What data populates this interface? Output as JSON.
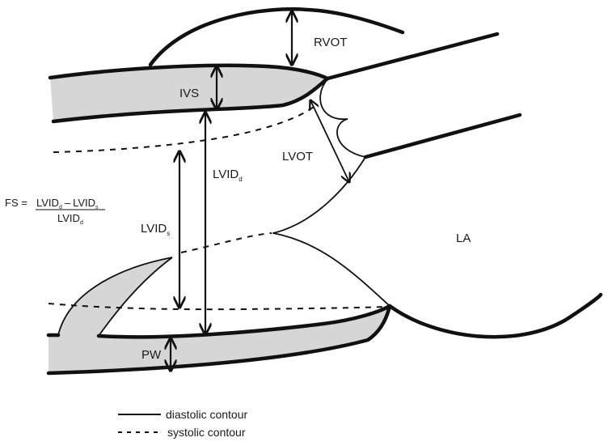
{
  "labels": {
    "rvot": "RVOT",
    "ivs": "IVS",
    "lvot": "LVOT",
    "la": "LA",
    "pw": "PW",
    "lvid_d": {
      "main": "LVID",
      "sub": "d"
    },
    "lvid_s": {
      "main": "LVID",
      "sub": "s"
    }
  },
  "formula": {
    "lhs": "FS =",
    "numerator_a": {
      "main": "LVID",
      "sub": "d"
    },
    "minus": "–",
    "numerator_b": {
      "main": "LVID",
      "sub": "s"
    },
    "denominator": {
      "main": "LVID",
      "sub": "d"
    }
  },
  "legend": {
    "items": [
      {
        "style": "solid",
        "label": "diastolic contour"
      },
      {
        "style": "dashed",
        "label": "systolic contour"
      }
    ]
  },
  "colors": {
    "wall_fill": "#d6d6d6",
    "line": "#111111"
  }
}
